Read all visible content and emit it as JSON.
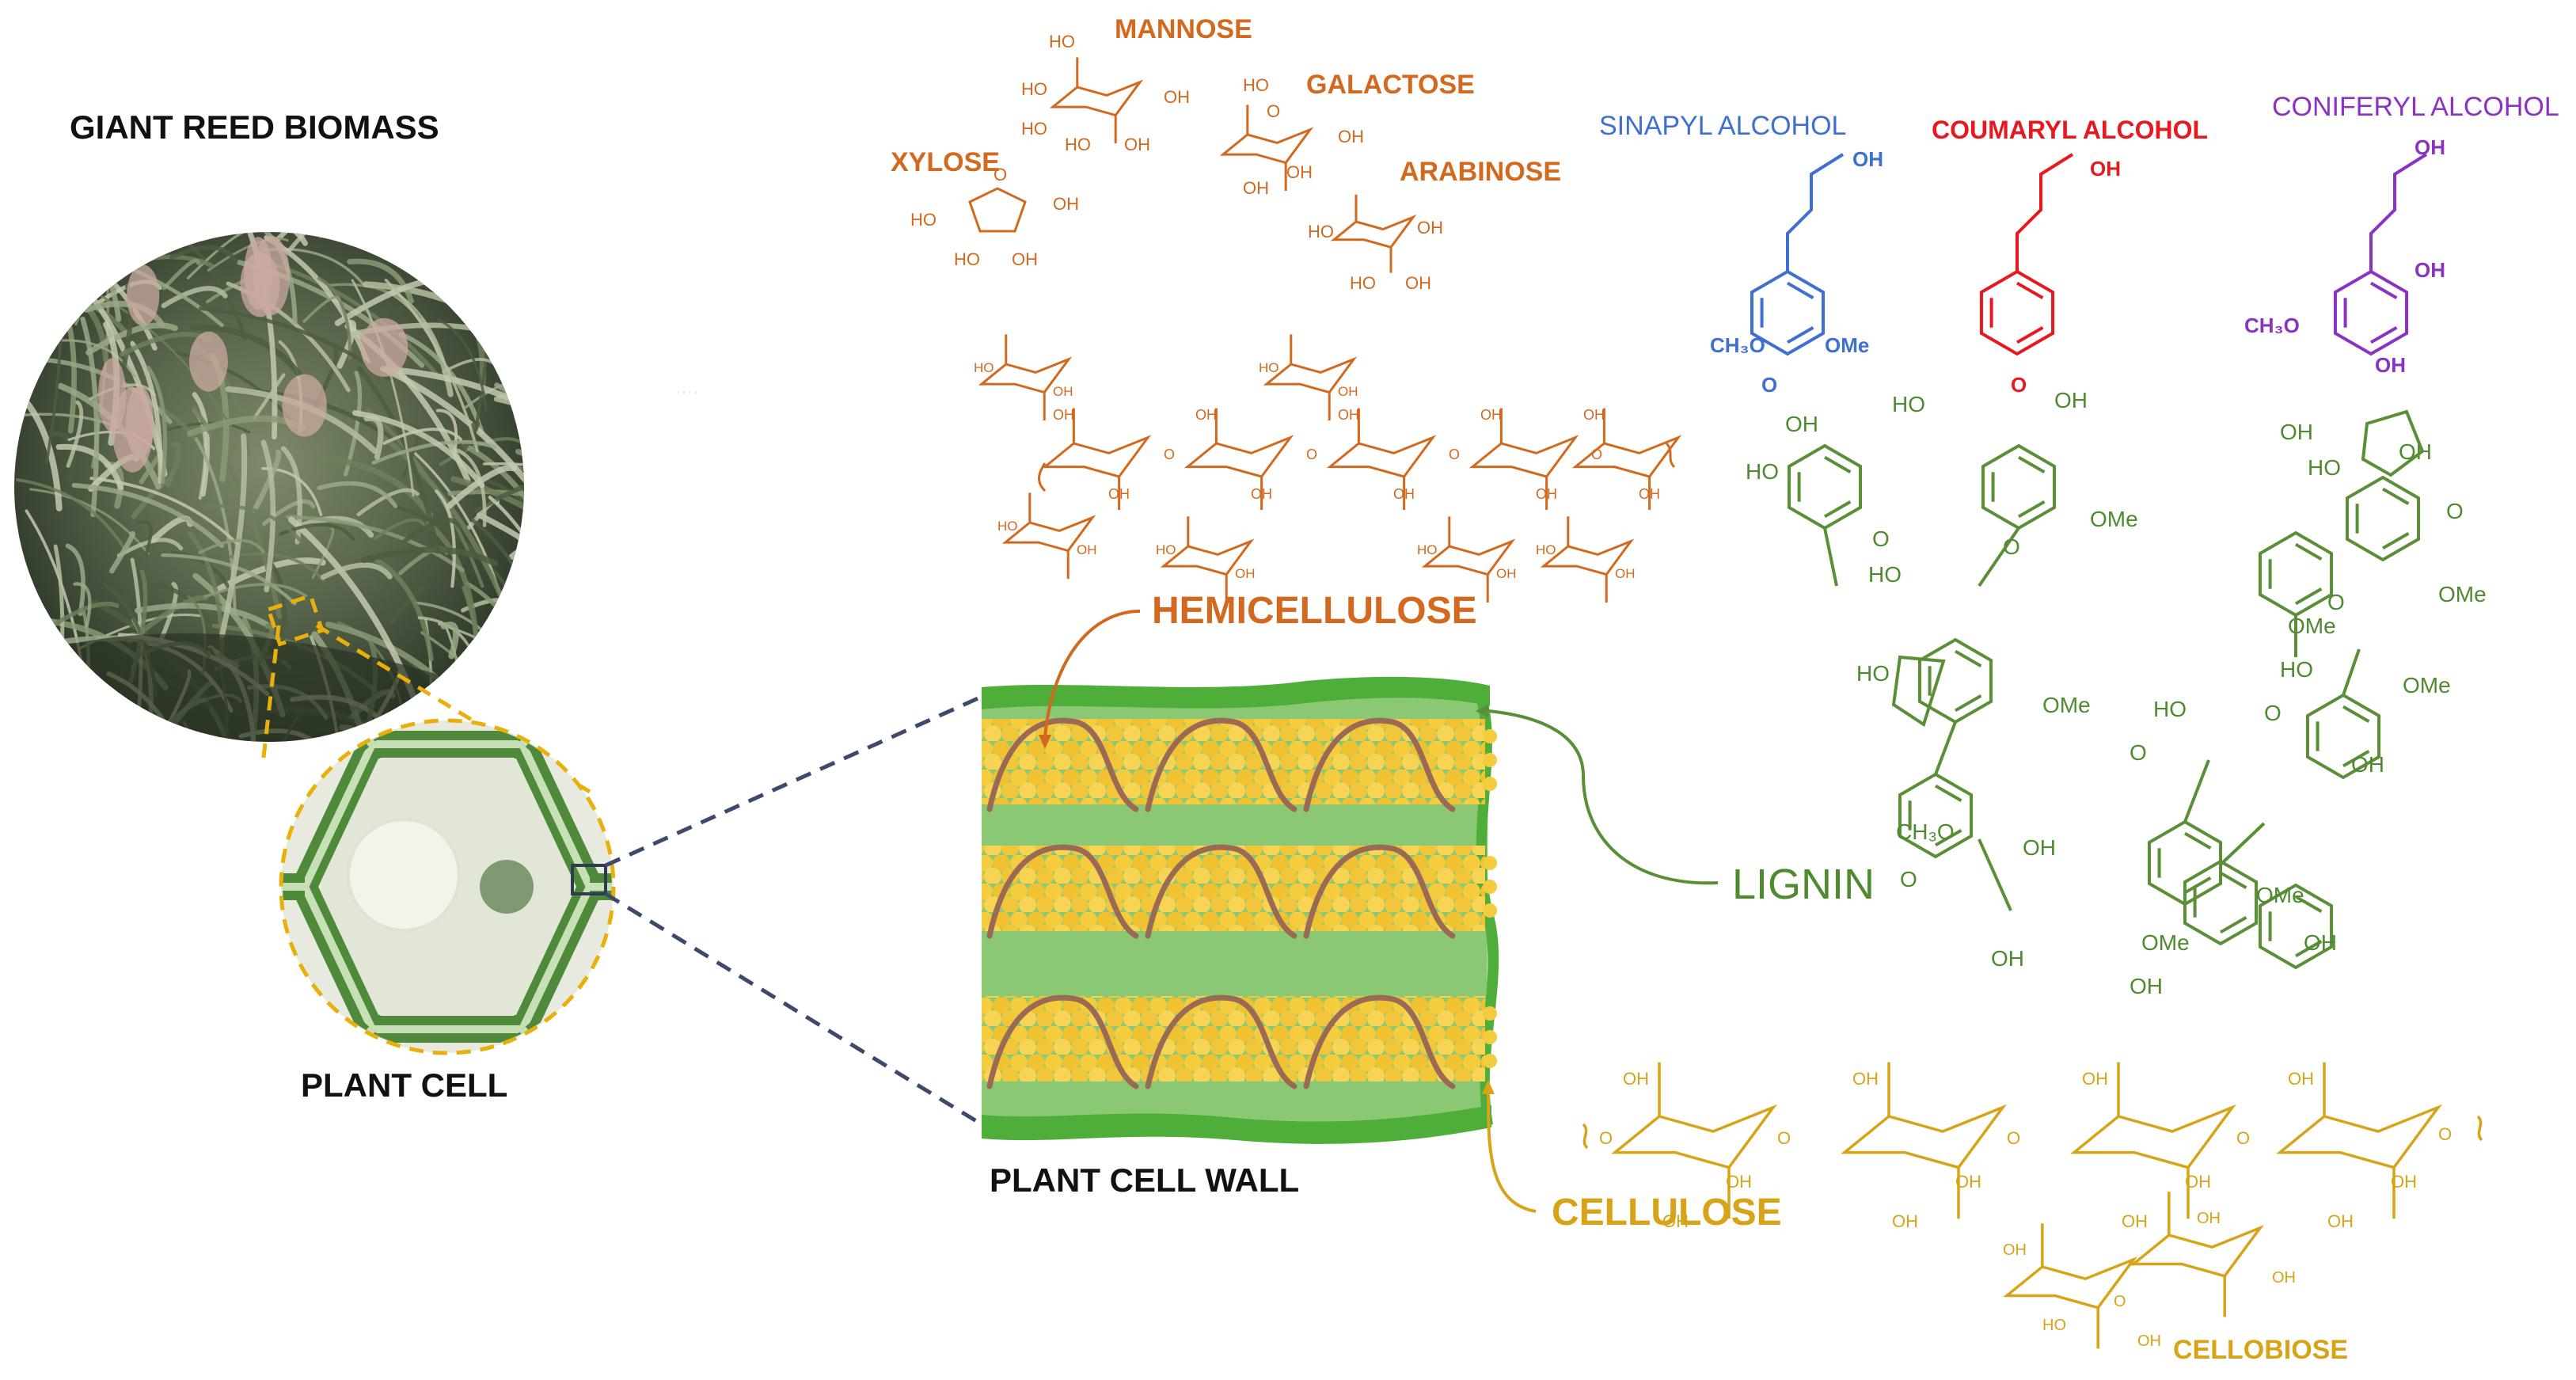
{
  "colors": {
    "hemicellulose": "#d2691e",
    "lignin": "#4e8a30",
    "cellulose": "#d7a317",
    "sinapyl": "#3f6fcf",
    "coumaryl": "#e8191e",
    "coniferyl": "#8a33c2",
    "dashed_gold": "#e8b00c",
    "dashed_blue": "#3d4a6b",
    "wall_dark_green": "#4fae3a",
    "wall_light_green": "#8ac873",
    "fiber_yellow": "#f4cc3e",
    "hemi_strand": "#9a6a55"
  },
  "labels": {
    "giant_reed": "GIANT REED BIOMASS",
    "plant_cell": "PLANT CELL",
    "plant_cell_wall": "PLANT CELL WALL",
    "hemicellulose": "HEMICELLULOSE",
    "lignin": "LIGNIN",
    "cellulose": "CELLULOSE",
    "cellobiose": "CELLOBIOSE"
  },
  "monosaccharides": [
    "MANNOSE",
    "GALACTOSE",
    "XYLOSE",
    "ARABINOSE"
  ],
  "monolignols": [
    "SINAPYL ALCOHOL",
    "COUMARYL ALCOHOL",
    "CONIFERYL ALCOHOL"
  ],
  "chem_groups": {
    "oh": "OH",
    "ho": "HO",
    "ome": "OMe",
    "ch3o": "CH₃O",
    "o": "O"
  }
}
